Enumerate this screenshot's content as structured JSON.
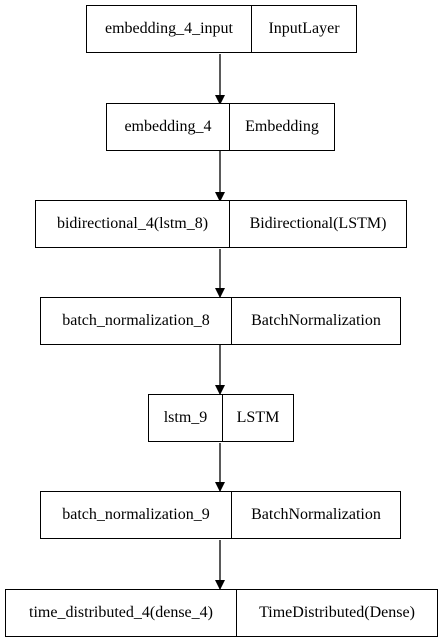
{
  "layers": [
    {
      "name": "embedding_4_input",
      "type": "InputLayer"
    },
    {
      "name": "embedding_4",
      "type": "Embedding"
    },
    {
      "name": "bidirectional_4(lstm_8)",
      "type": "Bidirectional(LSTM)"
    },
    {
      "name": "batch_normalization_8",
      "type": "BatchNormalization"
    },
    {
      "name": "lstm_9",
      "type": "LSTM"
    },
    {
      "name": "batch_normalization_9",
      "type": "BatchNormalization"
    },
    {
      "name": "time_distributed_4(dense_4)",
      "type": "TimeDistributed(Dense)"
    }
  ],
  "edges": [
    {
      "from": "embedding_4_input",
      "to": "embedding_4"
    },
    {
      "from": "embedding_4",
      "to": "bidirectional_4(lstm_8)"
    },
    {
      "from": "bidirectional_4(lstm_8)",
      "to": "batch_normalization_8"
    },
    {
      "from": "batch_normalization_8",
      "to": "lstm_9"
    },
    {
      "from": "lstm_9",
      "to": "batch_normalization_9"
    },
    {
      "from": "batch_normalization_9",
      "to": "time_distributed_4(dense_4)"
    }
  ]
}
